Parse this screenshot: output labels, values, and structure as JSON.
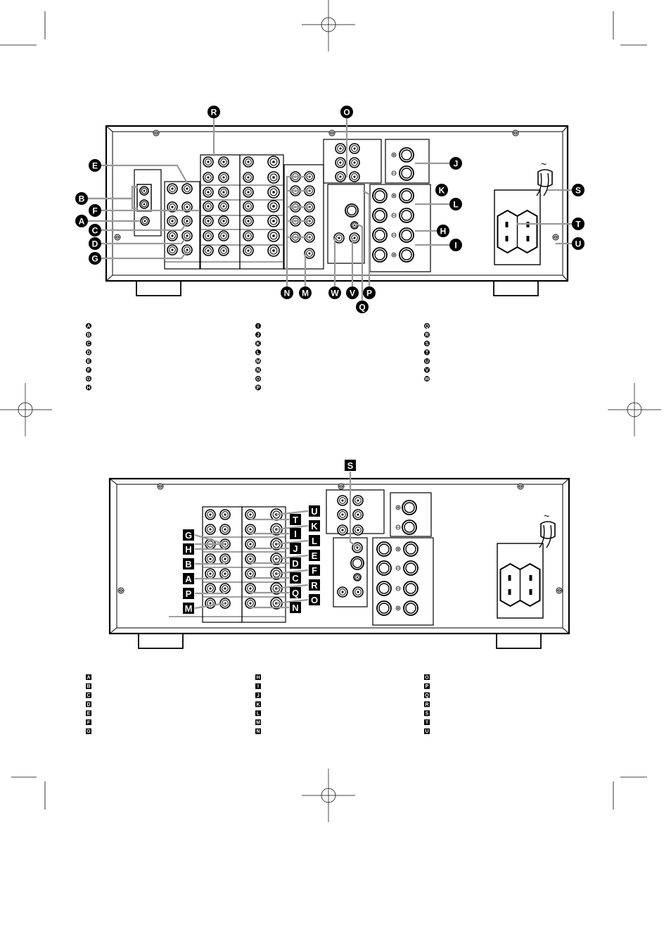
{
  "panel_top": {
    "power_symbol": "~",
    "callouts": [
      "A",
      "B",
      "C",
      "D",
      "E",
      "F",
      "G",
      "H",
      "I",
      "J",
      "K",
      "L",
      "M",
      "N",
      "O",
      "P",
      "Q",
      "R",
      "S",
      "T",
      "U",
      "V",
      "W"
    ],
    "legend": [
      [
        "A",
        "B",
        "C",
        "D",
        "E",
        "F",
        "G",
        "H"
      ],
      [
        "I",
        "J",
        "K",
        "L",
        "M",
        "N",
        "O",
        "P"
      ],
      [
        "Q",
        "R",
        "S",
        "T",
        "U",
        "V",
        "W"
      ]
    ]
  },
  "panel_bottom": {
    "power_symbol": "~",
    "callouts": [
      "A",
      "B",
      "C",
      "D",
      "E",
      "F",
      "G",
      "H",
      "I",
      "J",
      "K",
      "L",
      "M",
      "N",
      "O",
      "P",
      "Q",
      "R",
      "S",
      "T",
      "U"
    ],
    "legend": [
      [
        "A",
        "B",
        "C",
        "D",
        "E",
        "F",
        "G"
      ],
      [
        "H",
        "I",
        "J",
        "K",
        "L",
        "M",
        "N"
      ],
      [
        "O",
        "P",
        "Q",
        "R",
        "S",
        "T",
        "U"
      ]
    ]
  },
  "colors": {
    "ink": "#000000",
    "paper": "#ffffff",
    "highlight": "#9a9a9a"
  }
}
